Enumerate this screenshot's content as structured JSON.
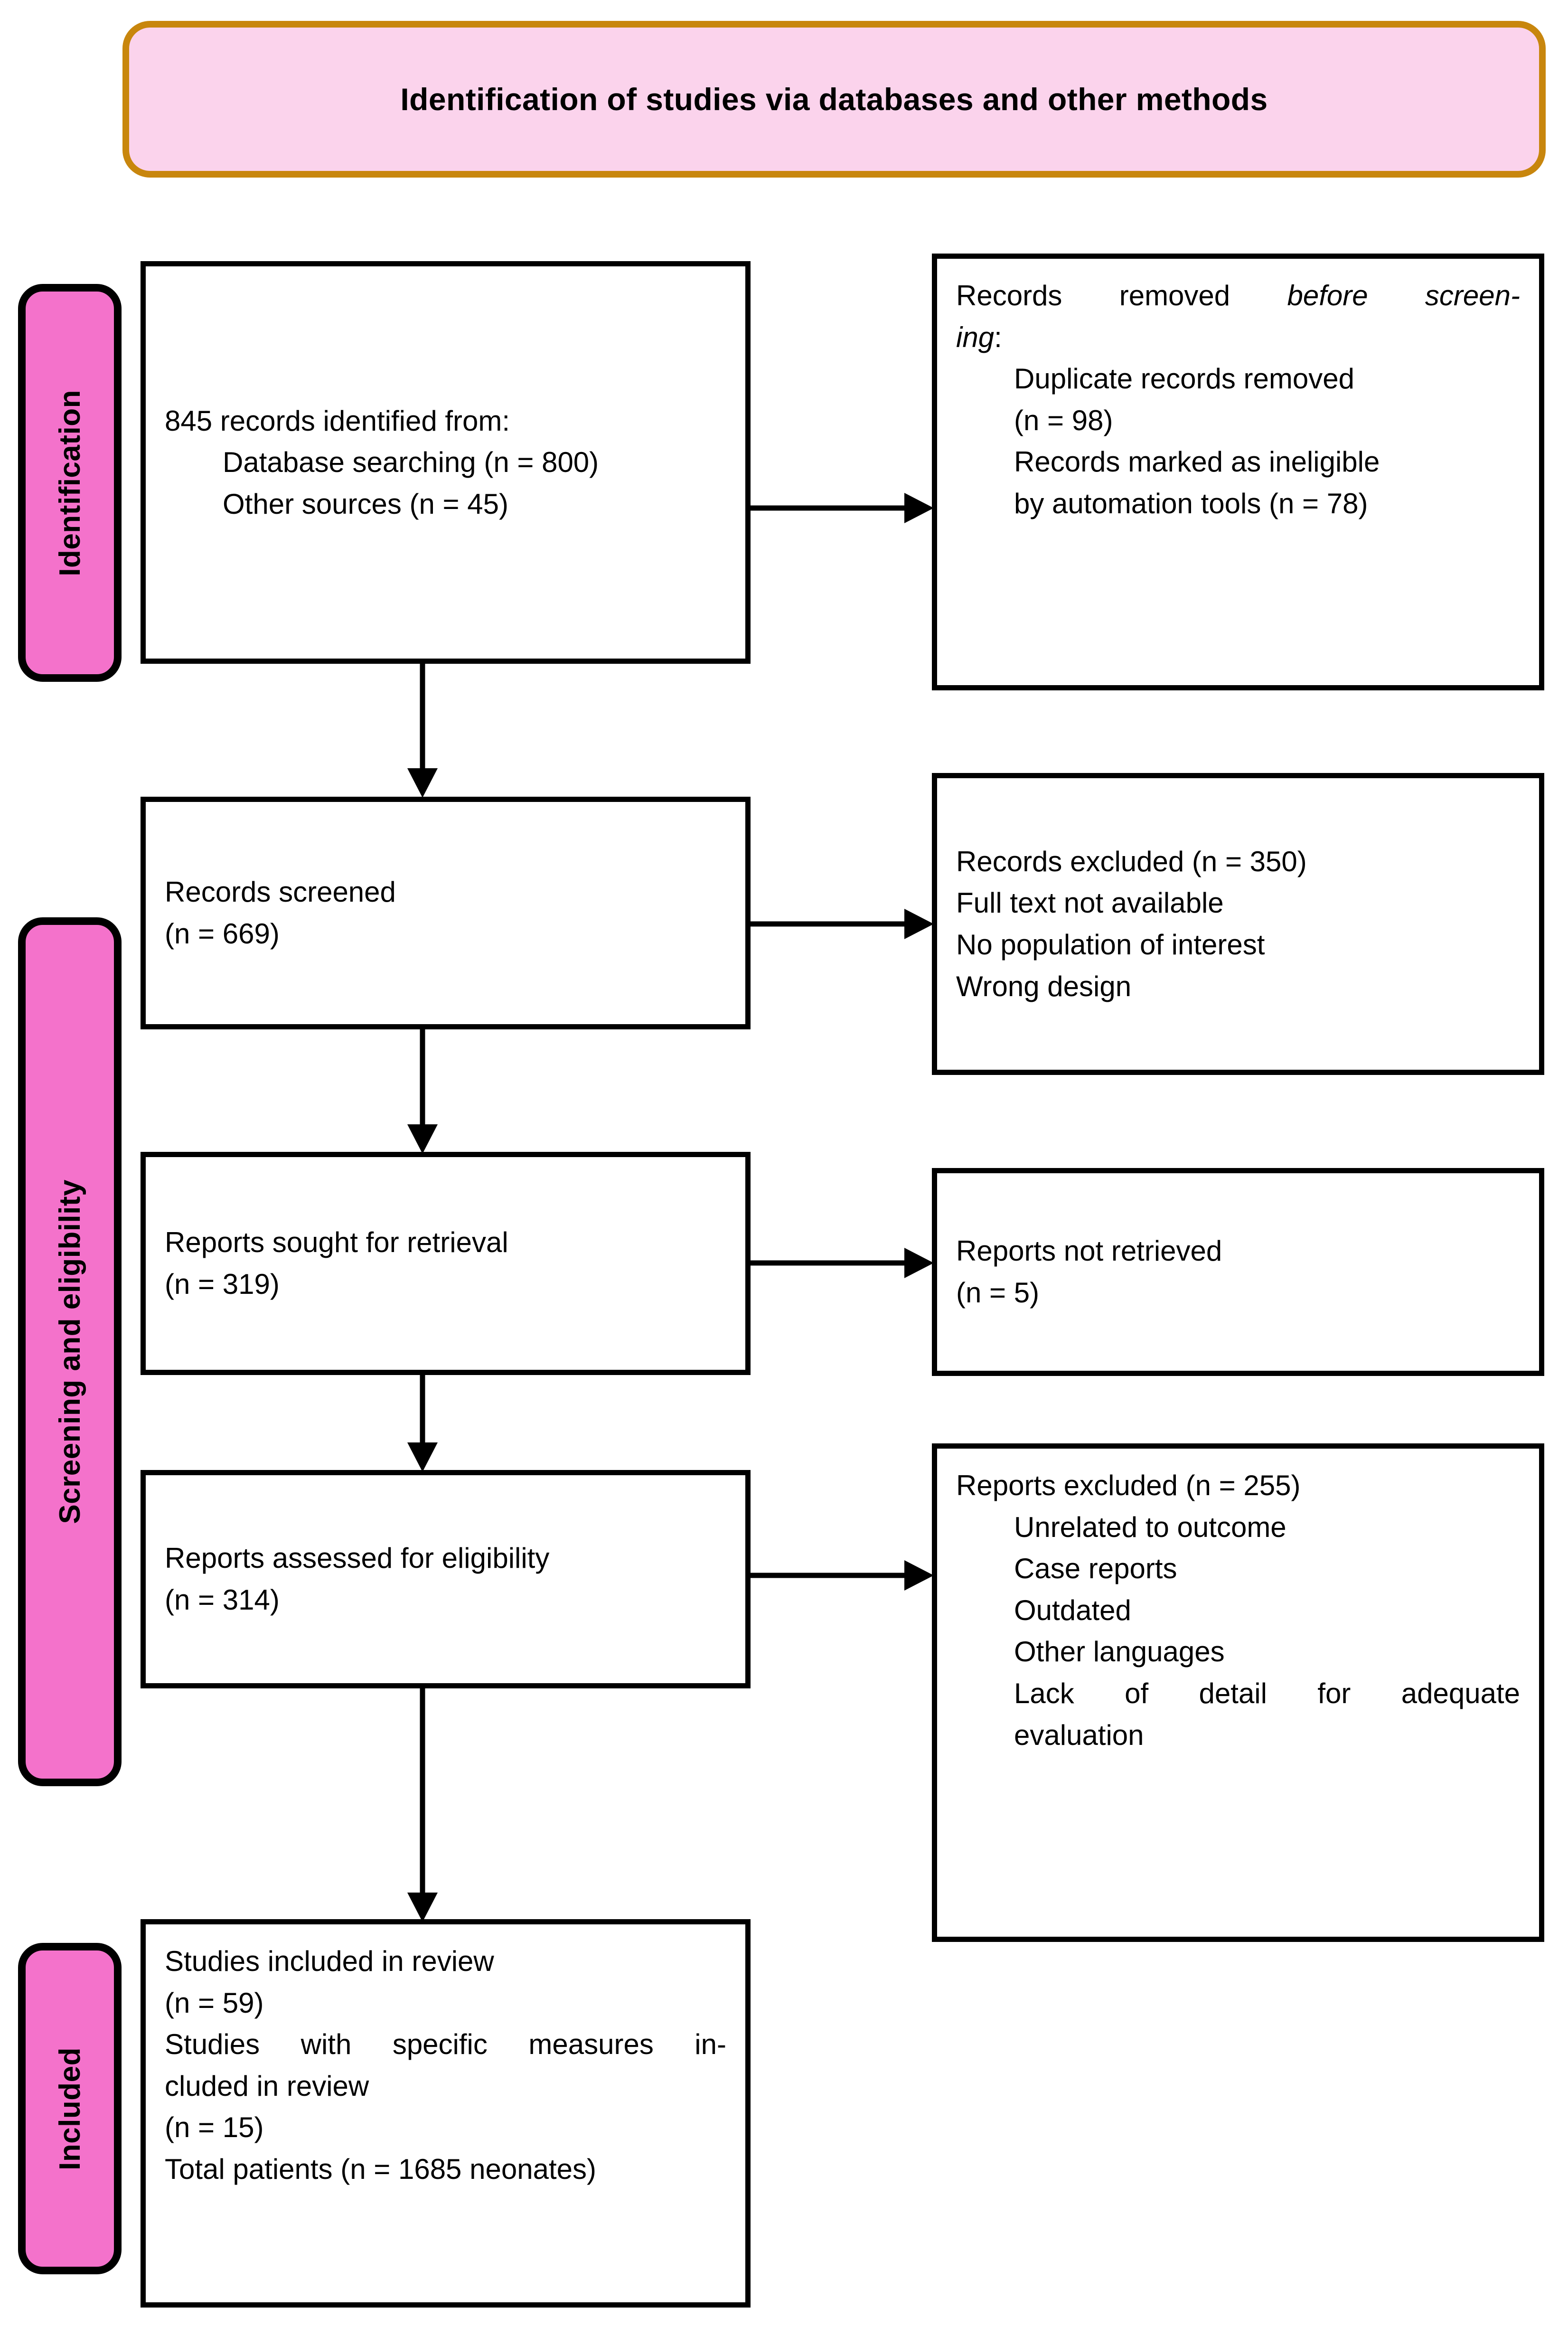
{
  "banner": {
    "title": "Identification of studies via databases and other methods",
    "fill_color": "#FBD3EC",
    "border_color": "#C8860D"
  },
  "stages": [
    {
      "id": "identification",
      "label": "Identification",
      "color": "#F472CB"
    },
    {
      "id": "screening",
      "label": "Screening and eligibility",
      "color": "#F472CB"
    },
    {
      "id": "included",
      "label": "Included",
      "color": "#F472CB"
    }
  ],
  "boxes": {
    "identified": {
      "line1": "845 records identified from:",
      "line2": "Database searching (n = 800)",
      "line3": "Other sources (n = 45)"
    },
    "removed": {
      "line1_a": "Records removed ",
      "line1_b": "before screen-",
      "line2_b": "ing",
      "line2_c": ":",
      "line3": "Duplicate records removed",
      "line4": "(n = 98)",
      "line5": "Records marked as ineligible",
      "line6": "by automation tools (n = 78)"
    },
    "screened": {
      "line1": "Records screened",
      "line2": "(n = 669)"
    },
    "excluded_records": {
      "line1": "Records excluded (n = 350)",
      "line2": "Full text not available",
      "line3": "No population of interest",
      "line4": "Wrong design"
    },
    "sought": {
      "line1": "Reports sought for retrieval",
      "line2": "(n = 319)"
    },
    "not_retrieved": {
      "line1": "Reports not retrieved",
      "line2": "(n = 5)"
    },
    "assessed": {
      "line1": "Reports assessed for eligibility",
      "line2": "(n = 314)"
    },
    "excluded_reports": {
      "line1": "Reports excluded (n = 255)",
      "line2": "Unrelated to outcome",
      "line3": "Case reports",
      "line4": "Outdated",
      "line5": "Other languages",
      "line6": "Lack of detail for adequate",
      "line7": "evaluation"
    },
    "included": {
      "line1": "Studies included in review",
      "line2": "(n = 59)",
      "line3": "Studies with specific measures in-",
      "line4": "cluded in review",
      "line5": "(n = 15)",
      "line6": "Total patients (n = 1685 neonates)"
    }
  },
  "flow_data": {
    "type": "prisma-flow",
    "identified_total": 845,
    "database_searching": 800,
    "other_sources": 45,
    "duplicates_removed": 98,
    "ineligible_automation": 78,
    "records_screened": 669,
    "records_excluded": 350,
    "reports_sought": 319,
    "reports_not_retrieved": 5,
    "reports_assessed": 314,
    "reports_excluded": 255,
    "studies_included": 59,
    "studies_specific_measures": 15,
    "total_patients": 1685
  }
}
